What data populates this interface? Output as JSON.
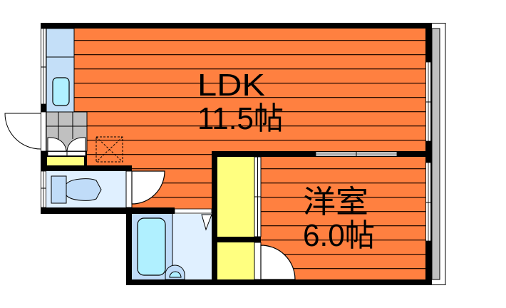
{
  "plan": {
    "rooms": [
      {
        "id": "ldk",
        "name": "LDK",
        "area": "11.5帖"
      },
      {
        "id": "western-room",
        "name": "洋室",
        "area": "6.0帖"
      }
    ]
  },
  "colors": {
    "floor": "#ff8040",
    "floor_line": "#2b0c00",
    "wall": "#000000",
    "kitchen": "#c4dff8",
    "sink": "#b0f0ff",
    "entrance_tile": "#c0c0c0",
    "closet": "#ffff80",
    "wet_room": "#e0f0ff",
    "bath_zone": "#c0dcf8",
    "balcony": "#c0c0c0"
  }
}
